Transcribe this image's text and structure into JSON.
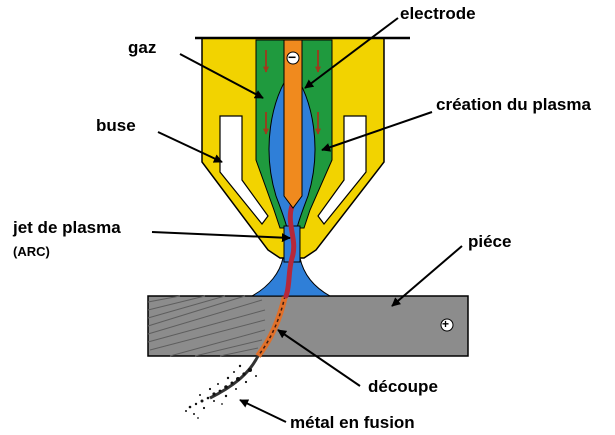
{
  "labels": {
    "electrode": "electrode",
    "gaz": "gaz",
    "creation_plasma": "création du plasma",
    "buse": "buse",
    "jet_plasma": "jet de plasma",
    "arc": "(ARC)",
    "piece": "piéce",
    "decoupe": "découpe",
    "metal_fusion": "métal en fusion"
  },
  "symbols": {
    "electrode_polarity": "−",
    "piece_polarity": "+"
  },
  "colors": {
    "nozzle": "#F2D300",
    "gas": "#1F9A3E",
    "plasma": "#2F7FD8",
    "electrode": "#F08A1E",
    "workpiece": "#8C8C8C",
    "arc": "#B5283A",
    "gas_arrow": "#A0391C"
  }
}
